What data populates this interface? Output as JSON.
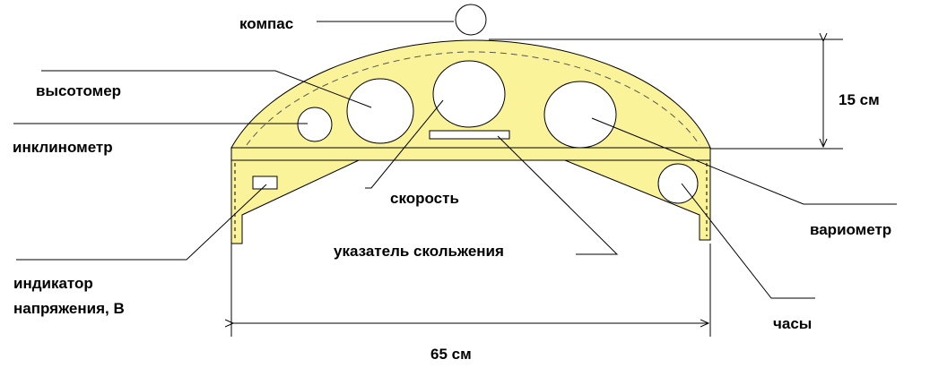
{
  "labels": {
    "compass": "компас",
    "altimeter": "высотомер",
    "inclinometer": "инклинометр",
    "speed": "скорость",
    "slip_indicator": "указатель скольжения",
    "voltage_line1": "индикатор",
    "voltage_line2": "напряжения, В",
    "variometer": "вариометр",
    "clock": "часы"
  },
  "dimensions": {
    "height": "15 см",
    "width": "65 см"
  },
  "colors": {
    "panel_fill": "#fbf39a",
    "outline": "#000000",
    "background": "#ffffff"
  }
}
